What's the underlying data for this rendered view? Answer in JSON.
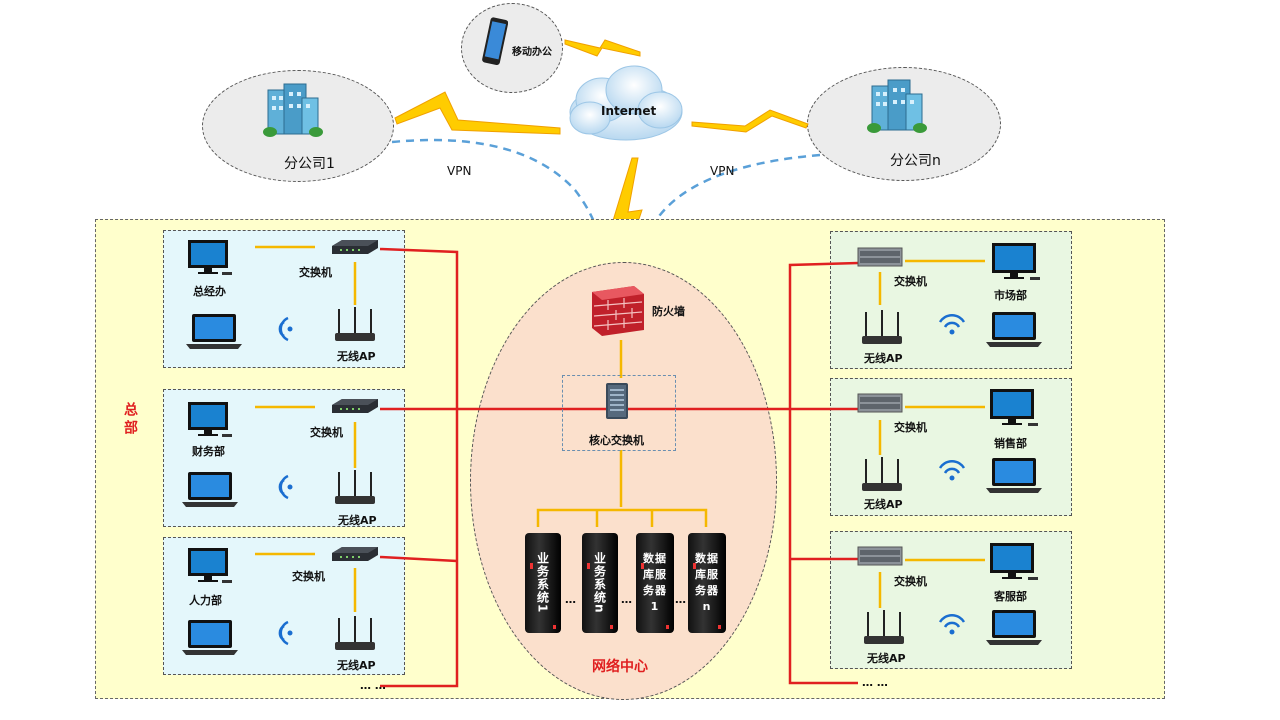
{
  "top": {
    "mobile_label": "移动办公",
    "internet_label": "Internet",
    "branch1_label": "分公司1",
    "branchn_label": "分公司n",
    "vpn_left": "VPN",
    "vpn_right": "VPN"
  },
  "hq": {
    "label": "总部",
    "firewall_label": "防火墙",
    "core_switch_label": "核心交换机",
    "data_center_label": "网络中心",
    "left_ellipsis": "… …",
    "right_ellipsis": "… …"
  },
  "left_depts": [
    {
      "name": "总经办",
      "switch": "交换机",
      "ap": "无线AP"
    },
    {
      "name": "财务部",
      "switch": "交换机",
      "ap": "无线AP"
    },
    {
      "name": "人力部",
      "switch": "交换机",
      "ap": "无线AP"
    }
  ],
  "right_depts": [
    {
      "name": "市场部",
      "switch": "交换机",
      "ap": "无线AP"
    },
    {
      "name": "销售部",
      "switch": "交换机",
      "ap": "无线AP"
    },
    {
      "name": "客服部",
      "switch": "交换机",
      "ap": "无线AP"
    }
  ],
  "servers": [
    {
      "label": "业务系统1"
    },
    {
      "label": "业务系统n"
    },
    {
      "label": "数据库服务器1"
    },
    {
      "label": "数据库服务器n"
    }
  ],
  "server_ellipsis": [
    "…",
    "…",
    "…"
  ],
  "colors": {
    "red_link": "#e02020",
    "yellow_link": "#f5b800",
    "vpn_dash": "#5aa0d8",
    "hq_bg": "#ffffcc",
    "dc_bg": "#fbe0cc"
  }
}
